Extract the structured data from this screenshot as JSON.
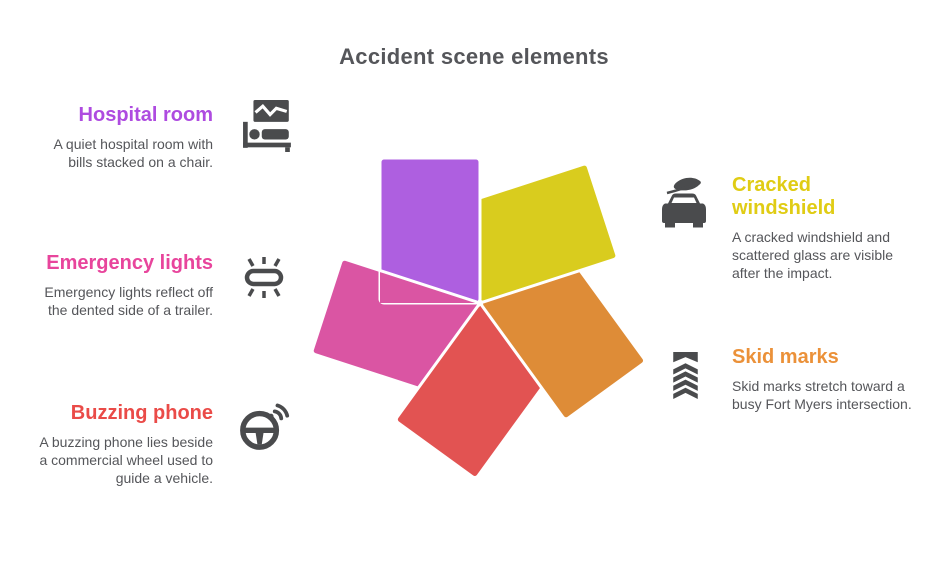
{
  "title": "Accident scene elements",
  "text_color": "#55565a",
  "icon_color": "#4a4b4d",
  "sections": [
    {
      "title": "Hospital room",
      "color": "#ae4be0",
      "description": "A quiet hospital room with bills stacked on a chair.",
      "icon": "hospital-bed-icon"
    },
    {
      "title": "Emergency lights",
      "color": "#e8459c",
      "description": "Emergency lights reflect off the dented side of a trailer.",
      "icon": "emergency-light-icon"
    },
    {
      "title": "Buzzing phone",
      "color": "#ea4b48",
      "description": "A buzzing phone lies beside a commercial wheel used to guide a vehicle.",
      "icon": "steering-wheel-icon"
    },
    {
      "title": "Cracked windshield",
      "color": "#e0cc14",
      "description": "A cracked windshield and scattered glass are visible after the impact.",
      "icon": "car-windshield-icon"
    },
    {
      "title": "Skid marks",
      "color": "#eb9139",
      "description": "Skid marks stretch toward a busy Fort Myers intersection.",
      "icon": "skid-marks-icon"
    }
  ],
  "pinwheel": {
    "stroke_color": "#ffffff",
    "petals": [
      {
        "name": "hospital-room",
        "color": "#ae5fe0",
        "rotation": 0
      },
      {
        "name": "cracked-windshield",
        "color": "#d9cc1e",
        "rotation": 72
      },
      {
        "name": "skid-marks",
        "color": "#de8c37",
        "rotation": 144
      },
      {
        "name": "buzzing-phone",
        "color": "#e25352",
        "rotation": 216
      },
      {
        "name": "emergency-lights",
        "color": "#da55a3",
        "rotation": 288
      }
    ]
  }
}
